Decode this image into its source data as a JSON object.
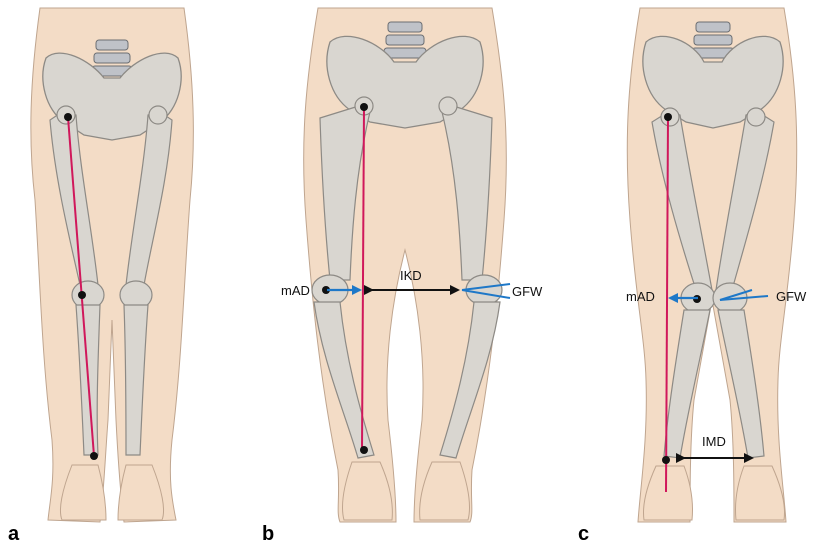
{
  "panels": [
    {
      "id": "a",
      "label": "a"
    },
    {
      "id": "b",
      "label": "b"
    },
    {
      "id": "c",
      "label": "c"
    }
  ],
  "annotations": {
    "b": {
      "mad": "mAD",
      "ikd": "IKD",
      "gfw": "GFW"
    },
    "c": {
      "mad": "mAD",
      "imd": "IMD",
      "gfw": "GFW"
    }
  },
  "colors": {
    "skin": "#f3dcc6",
    "skin_outline": "#bfa58f",
    "bone": "#d9d6d0",
    "bone_outline": "#8d8a85",
    "mechanical_axis": "#d0185b",
    "measure_blue": "#1e78c8",
    "measure_black": "#111111"
  }
}
